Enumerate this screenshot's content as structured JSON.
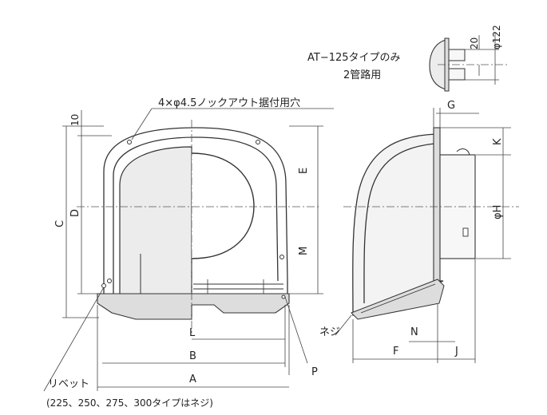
{
  "notes": {
    "variant_title": "AT−125タイプのみ",
    "variant_sub": "2管路用",
    "knockout_holes": "4×φ4.5ノックアウト据付用穴",
    "rivet": "リベット",
    "rivet_note": "(225、250、275、300タイプはネジ)",
    "screw": "ネジ"
  },
  "dimensions": {
    "d122": "φ122",
    "d20": "20",
    "d10": "10",
    "C": "C",
    "D": "D",
    "E": "E",
    "M": "M",
    "L": "L",
    "B": "B",
    "A": "A",
    "P": "P",
    "G": "G",
    "K": "K",
    "phiH": "φH",
    "N": "N",
    "F": "F",
    "J": "J"
  }
}
